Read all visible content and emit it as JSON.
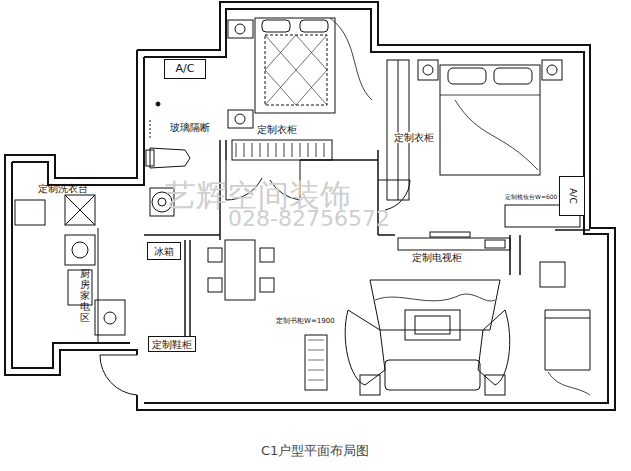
{
  "diagram": {
    "caption": "C1户型平面布局图",
    "nodes": [
      {
        "text": [
          "A/C"
        ]
      },
      {
        "text": [
          "A/C"
        ]
      },
      {
        "text": [
          "冰箱"
        ]
      },
      {
        "text": [
          "定制鞋柜"
        ]
      }
    ],
    "labels": [
      "定制衣柜",
      "玻璃隔断",
      "定制衣柜",
      "定制梳妆台W=600",
      "定制洗衣台",
      "厨房家电区",
      "定制电视柜",
      "定制书柜W=1900",
      "艺辉空间装饰",
      "028-82756572"
    ]
  }
}
